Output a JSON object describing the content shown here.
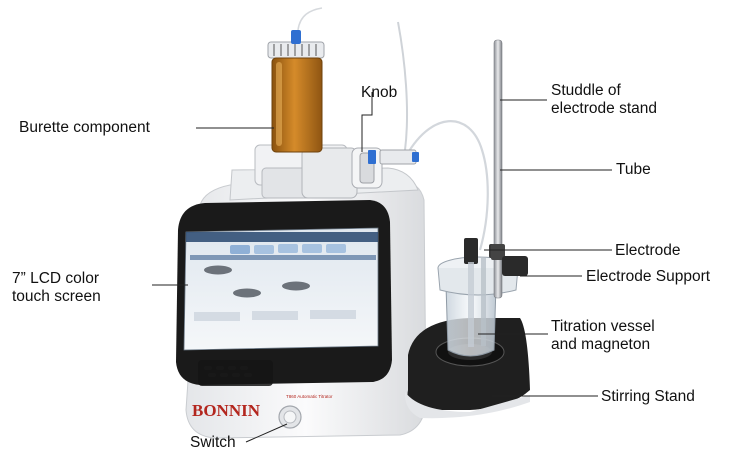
{
  "labels": {
    "burette": "Burette component",
    "knob": "Knob",
    "studdle_line1": "Studdle of",
    "studdle_line2": "electrode stand",
    "tube": "Tube",
    "lcd_line1": "7” LCD color",
    "lcd_line2": "touch screen",
    "electrode": "Electrode",
    "electrode_support": "Electrode Support",
    "vessel_line1": "Titration vessel",
    "vessel_line2": "and magneton",
    "stirring": "Stirring Stand",
    "switch": "Switch"
  },
  "device": {
    "brand": "BONNIN",
    "model_text": "T860 Automatic Titrator"
  },
  "colors": {
    "reagent": "#c07a1e",
    "screen_bezel": "#1a1a1a",
    "brand_red": "#b3261e",
    "leader_line": "#222222"
  }
}
